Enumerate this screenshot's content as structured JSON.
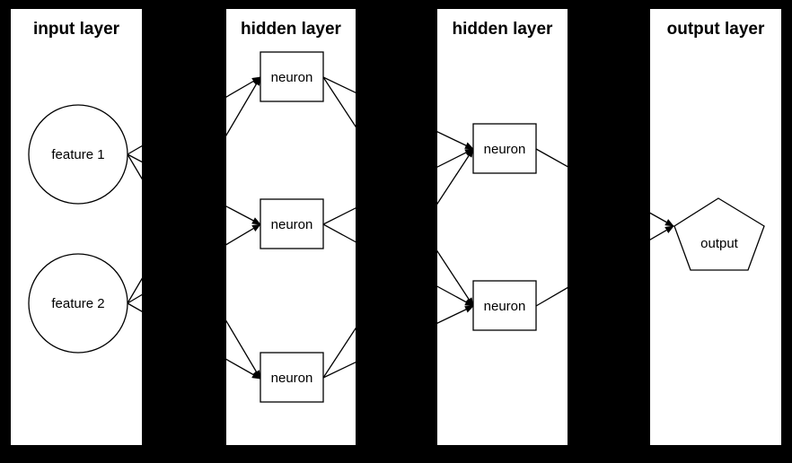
{
  "diagram": {
    "type": "neural-network",
    "colors": {
      "background": "#000000",
      "panel_fill": "#ffffff",
      "stroke": "#000000",
      "text": "#000000"
    },
    "layers": [
      {
        "id": "input",
        "title": "input layer",
        "nodes": [
          {
            "id": "feature1",
            "label": "feature 1",
            "shape": "circle"
          },
          {
            "id": "feature2",
            "label": "feature 2",
            "shape": "circle"
          }
        ]
      },
      {
        "id": "hidden1",
        "title": "hidden layer",
        "nodes": [
          {
            "id": "h1n1",
            "label": "neuron",
            "shape": "box"
          },
          {
            "id": "h1n2",
            "label": "neuron",
            "shape": "box"
          },
          {
            "id": "h1n3",
            "label": "neuron",
            "shape": "box"
          }
        ]
      },
      {
        "id": "hidden2",
        "title": "hidden layer",
        "nodes": [
          {
            "id": "h2n1",
            "label": "neuron",
            "shape": "box"
          },
          {
            "id": "h2n2",
            "label": "neuron",
            "shape": "box"
          }
        ]
      },
      {
        "id": "output",
        "title": "output layer",
        "nodes": [
          {
            "id": "out",
            "label": "output",
            "shape": "pentagon"
          }
        ]
      }
    ],
    "edges": [
      {
        "from": "feature1",
        "to": "h1n1"
      },
      {
        "from": "feature1",
        "to": "h1n2"
      },
      {
        "from": "feature1",
        "to": "h1n3"
      },
      {
        "from": "feature2",
        "to": "h1n1"
      },
      {
        "from": "feature2",
        "to": "h1n2"
      },
      {
        "from": "feature2",
        "to": "h1n3"
      },
      {
        "from": "h1n1",
        "to": "h2n1"
      },
      {
        "from": "h1n1",
        "to": "h2n2"
      },
      {
        "from": "h1n2",
        "to": "h2n1"
      },
      {
        "from": "h1n2",
        "to": "h2n2"
      },
      {
        "from": "h1n3",
        "to": "h2n1"
      },
      {
        "from": "h1n3",
        "to": "h2n2"
      },
      {
        "from": "h2n1",
        "to": "out"
      },
      {
        "from": "h2n2",
        "to": "out"
      }
    ]
  }
}
